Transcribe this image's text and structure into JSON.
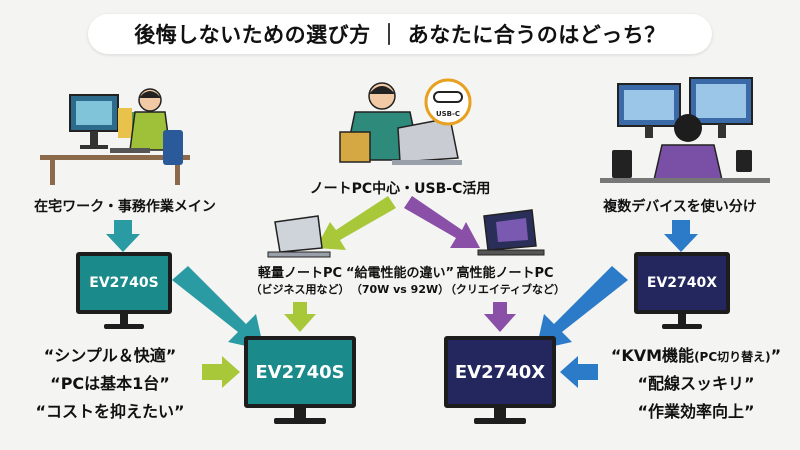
{
  "title": "後悔しないための選び方 ｜ あなたに合うのはどっち？",
  "personas": {
    "left": "在宅ワーク・事務作業メイン",
    "center": "ノートPC中心・USB-C活用",
    "right": "複数デバイスを使い分け",
    "usb_badge": "USB-C"
  },
  "laptops": {
    "light_label": "軽量ノートPC",
    "light_sub": "（ビジネス用など）",
    "power_diff": "“給電性能の違い”",
    "power_diff_sub": "（70W vs 92W）",
    "high_label": "高性能ノートPC",
    "high_sub": "（クリエイティブなど）"
  },
  "monitors": {
    "small_left": "EV2740S",
    "small_right": "EV2740X",
    "big_left": "EV2740S",
    "big_right": "EV2740X"
  },
  "quotes_left": [
    "“シンプル＆快適”",
    "“PCは基本1台”",
    "“コストを抑えたい”"
  ],
  "quotes_right": {
    "kvm_main": "“KVM機能",
    "kvm_sub": "(PC切り替え)",
    "kvm_end": "”",
    "wiring": "“配線スッキリ”",
    "efficiency": "“作業効率向上”"
  },
  "colors": {
    "teal": "#1a8a8a",
    "navy": "#23275e",
    "green": "#a8c83a",
    "purple": "#8a4fa6",
    "blue": "#2b7bc8",
    "teal_arrow": "#2a9aa3"
  },
  "icons": [
    "person-desk-icon",
    "person-laptop-icon",
    "person-multi-monitor-icon",
    "laptop-icon",
    "usb-c-icon"
  ]
}
